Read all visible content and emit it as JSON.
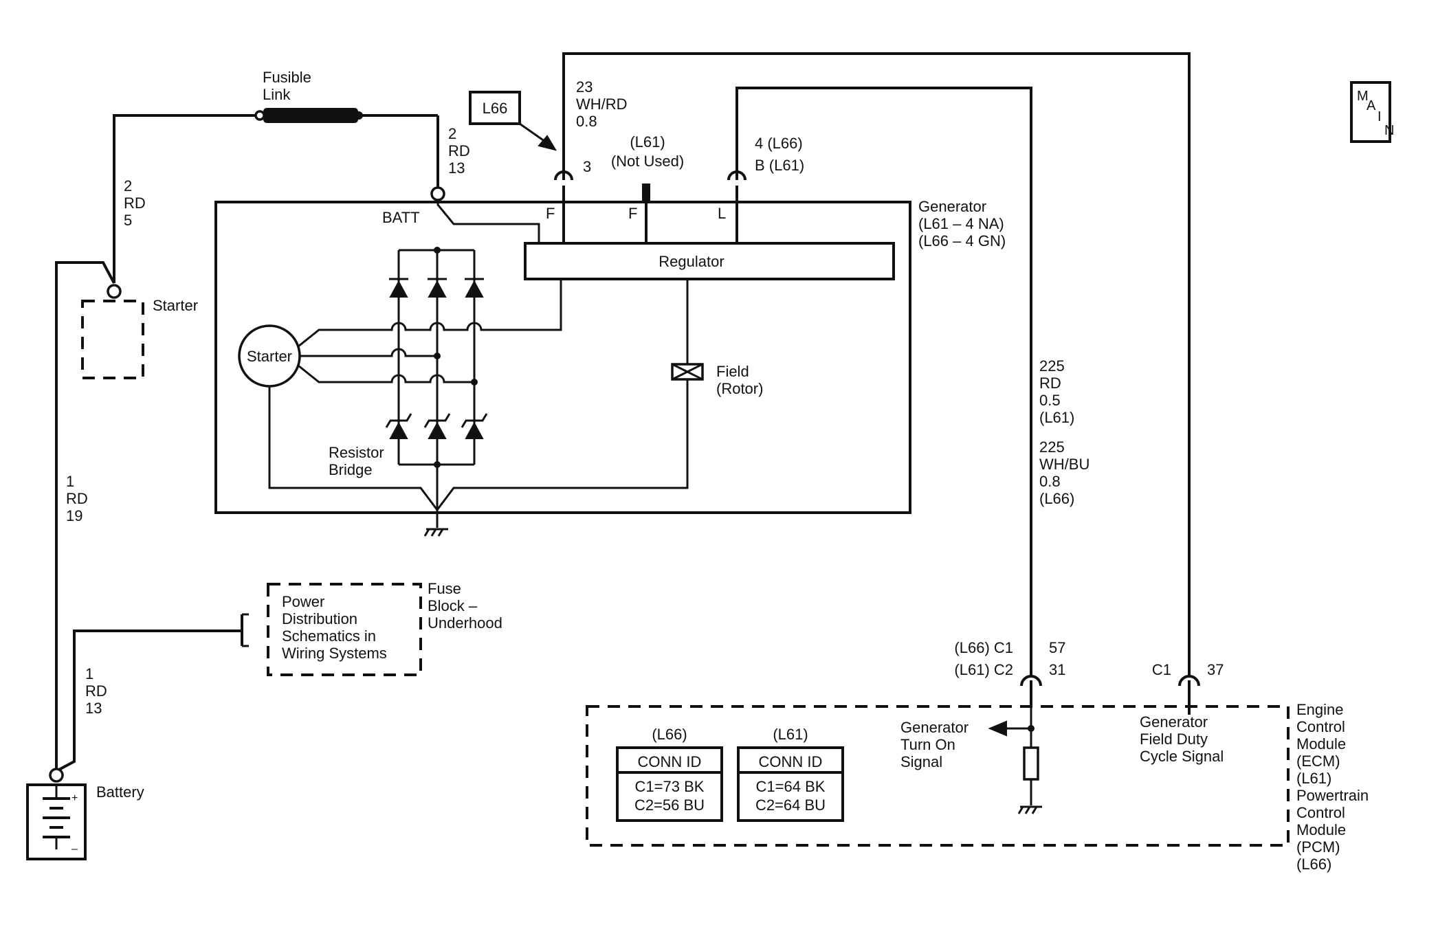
{
  "main_badge": {
    "letters": [
      "M",
      "A",
      "I",
      "N"
    ]
  },
  "fusible_link": {
    "line1": "Fusible",
    "line2": "Link"
  },
  "wire_starter_feed": {
    "line1": "2",
    "line2": "RD",
    "line3": "5"
  },
  "wire_batt_feed": {
    "line1": "2",
    "line2": "RD",
    "line3": "13"
  },
  "wire_battery_starter": {
    "line1": "1",
    "line2": "RD",
    "line3": "19"
  },
  "wire_battery_fuse": {
    "line1": "1",
    "line2": "RD",
    "line3": "13"
  },
  "option_flag": {
    "label": "L66"
  },
  "wire_23": {
    "line1": "23",
    "line2": "WH/RD",
    "line3": "0.8"
  },
  "pin_3": {
    "label": "3"
  },
  "not_used": {
    "line1": "(L61)",
    "line2": "(Not Used)"
  },
  "pin_4": {
    "line1": "4 (L66)",
    "line2": "B (L61)"
  },
  "generator": {
    "line1": "Generator",
    "line2": "(L61 – 4 NA)",
    "line3": "(L66 – 4 GN)",
    "terminal_batt": "BATT",
    "terminal_f1": "F",
    "terminal_f2": "F",
    "terminal_l": "L",
    "regulator": "Regulator",
    "stator": "Starter",
    "field_line1": "Field",
    "field_line2": "(Rotor)",
    "bridge_line1": "Resistor",
    "bridge_line2": "Bridge"
  },
  "starter": {
    "label": "Starter"
  },
  "battery": {
    "label": "Battery",
    "plus": "+",
    "minus": "–"
  },
  "power_distribution": {
    "line1": "Power",
    "line2": "Distribution",
    "line3": "Schematics in",
    "line4": "Wiring Systems"
  },
  "fuse_block": {
    "line1": "Fuse",
    "line2": "Block –",
    "line3": "Underhood"
  },
  "wire_225_l61": {
    "line1": "225",
    "line2": "RD",
    "line3": "0.5",
    "line4": "(L61)"
  },
  "wire_225_l66": {
    "line1": "225",
    "line2": "WH/BU",
    "line3": "0.8",
    "line4": "(L66)"
  },
  "ecm_pin_57": {
    "conn_l66": "(L66) C1",
    "pin_l66": "57",
    "conn_l61": "(L61) C2",
    "pin_l61": "31"
  },
  "ecm_pin_37": {
    "conn": "C1",
    "pin": "37"
  },
  "turn_on_signal": {
    "line1": "Generator",
    "line2": "Turn On",
    "line3": "Signal"
  },
  "field_duty_signal": {
    "line1": "Generator",
    "line2": "Field Duty",
    "line3": "Cycle Signal"
  },
  "ecm": {
    "line1": "Engine",
    "line2": "Control",
    "line3": "Module",
    "line4": "(ECM)",
    "line5": "(L61)",
    "line6": "Powertrain",
    "line7": "Control",
    "line8": "Module",
    "line9": "(PCM)",
    "line10": "(L66)"
  },
  "conn_id_l66": {
    "option": "(L66)",
    "header": "CONN ID",
    "row1": "C1=73 BK",
    "row2": "C2=56 BU"
  },
  "conn_id_l61": {
    "option": "(L61)",
    "header": "CONN ID",
    "row1": "C1=64 BK",
    "row2": "C2=64 BU"
  }
}
